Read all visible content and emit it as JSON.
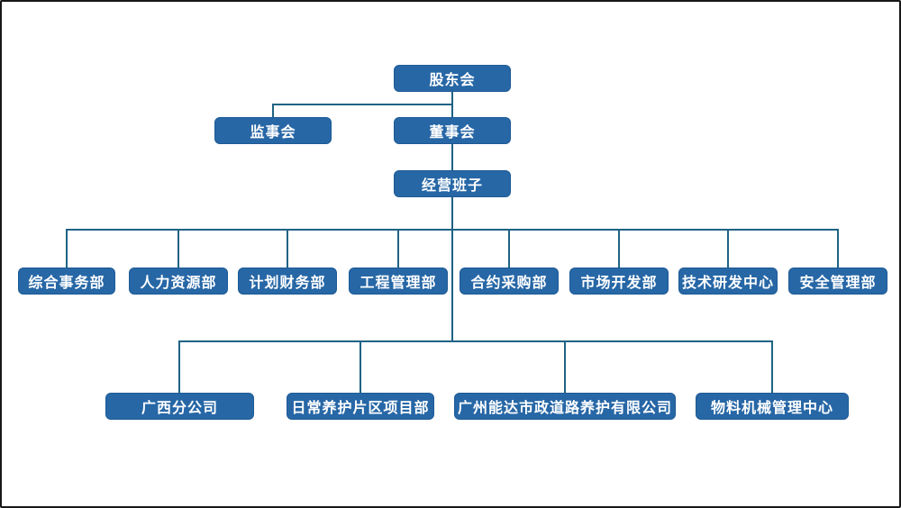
{
  "theme": {
    "background": "#ffffff",
    "canvas_border": "#181818",
    "box_fill": "#2767a6",
    "box_border": "#1d5a95",
    "line_color": "#1f6384",
    "text_color": "#ffffff"
  },
  "nodes": {
    "shareholders": {
      "label": "股东会"
    },
    "supervisory": {
      "label": "监事会"
    },
    "board": {
      "label": "董事会"
    },
    "management": {
      "label": "经营班子"
    }
  },
  "departments": [
    {
      "label": "综合事务部"
    },
    {
      "label": "人力资源部"
    },
    {
      "label": "计划财务部"
    },
    {
      "label": "工程管理部"
    },
    {
      "label": "合约采购部"
    },
    {
      "label": "市场开发部"
    },
    {
      "label": "技术研发中心"
    },
    {
      "label": "安全管理部"
    }
  ],
  "subsidiaries": [
    {
      "label": "广西分公司"
    },
    {
      "label": "日常养护片区项目部"
    },
    {
      "label": "广州能达市政道路养护有限公司"
    },
    {
      "label": "物料机械管理中心"
    }
  ]
}
